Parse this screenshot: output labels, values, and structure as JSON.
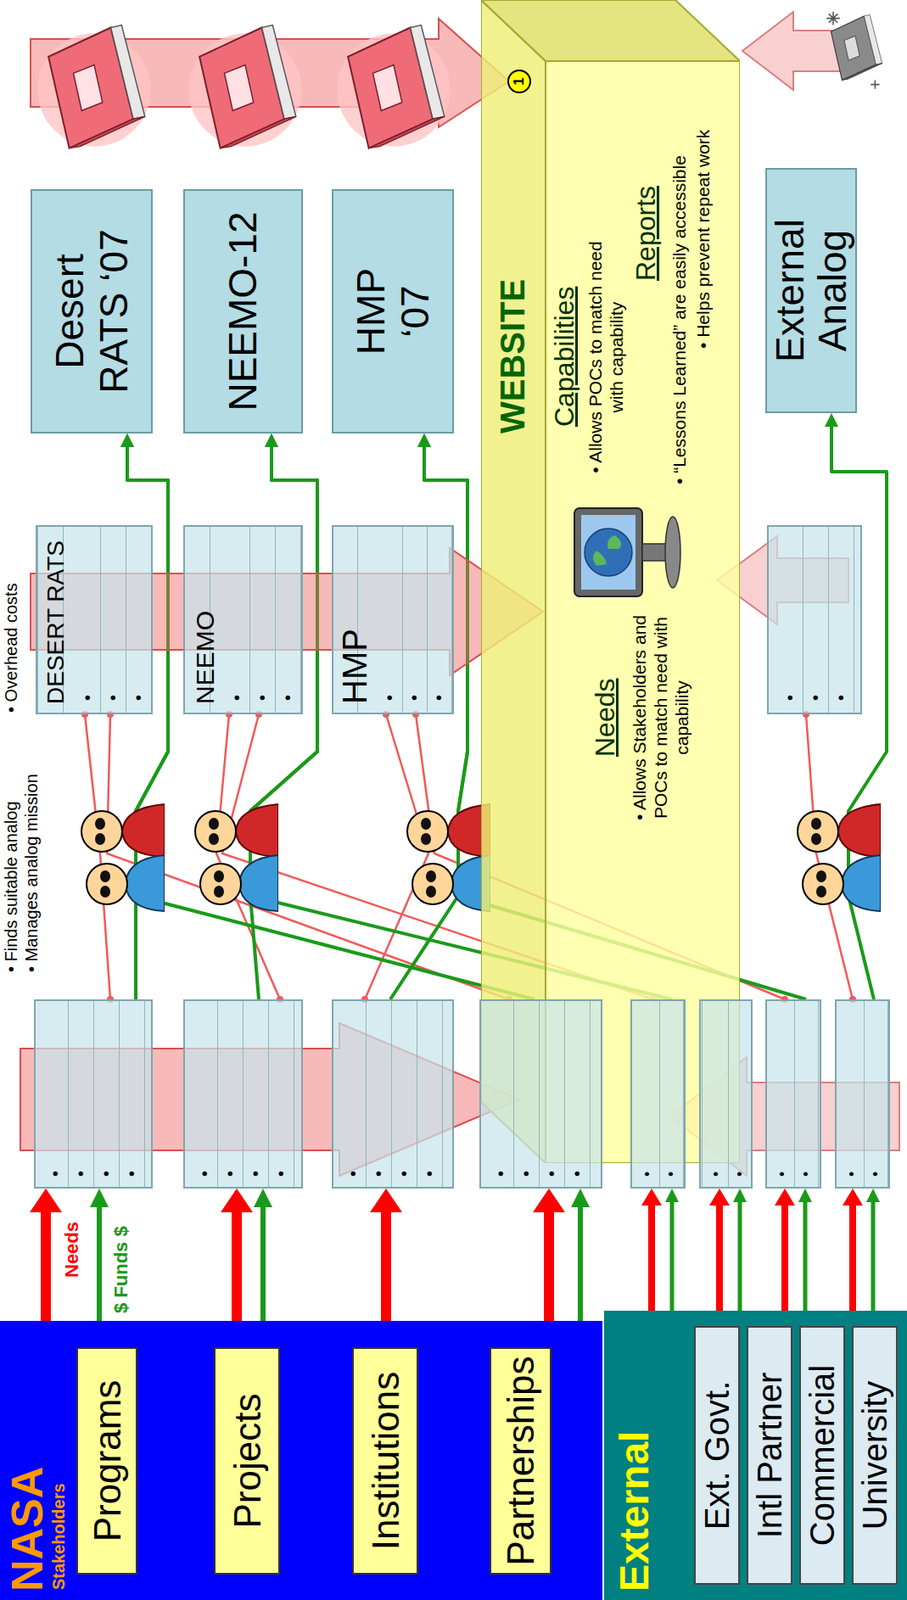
{
  "diagram": {
    "nodes": [
      {
        "text": [
          "NASA",
          "Stakeholders"
        ]
      },
      {
        "text": [
          "Programs"
        ],
        "in": 0
      },
      {
        "text": [
          "Projects"
        ],
        "in": 0
      },
      {
        "text": [
          "Institutions"
        ],
        "in": 0
      },
      {
        "text": [
          "Partnerships"
        ],
        "in": 0
      },
      {
        "text": [
          "External"
        ]
      },
      {
        "text": [
          "Ext. Govt."
        ],
        "in": 5
      },
      {
        "text": [
          "Intl Partner"
        ],
        "in": 5
      },
      {
        "text": [
          "Commercial"
        ],
        "in": 5
      },
      {
        "text": [
          "University"
        ],
        "in": 5
      },
      {
        "text": [
          "• • • •"
        ]
      },
      {
        "text": [
          "• • • •"
        ]
      },
      {
        "text": [
          "• • • •"
        ]
      },
      {
        "text": [
          "• • • •"
        ]
      },
      {
        "text": [
          "• •"
        ]
      },
      {
        "text": [
          "• •"
        ]
      },
      {
        "text": [
          "• •"
        ]
      },
      {
        "text": [
          "• •"
        ]
      },
      {
        "text": [
          "DESERT RATS",
          "• • •"
        ]
      },
      {
        "text": [
          "NEEMO",
          "• • •"
        ]
      },
      {
        "text": [
          "HMP",
          "• • •"
        ]
      },
      {
        "text": [
          "• • •"
        ]
      },
      {
        "text": [
          "Desert RATS ‘07"
        ]
      },
      {
        "text": [
          "NEEMO-12"
        ]
      },
      {
        "text": [
          "HMP ‘07"
        ]
      },
      {
        "text": [
          "External Analog"
        ]
      },
      {
        "text": [
          "WEBSITE",
          "Capabilities",
          "• Allows POCs to match need with capability",
          "Reports",
          "• “Lessons Learned” are easily accessible",
          "• Helps prevent repeat work",
          "Needs",
          "• Allows Stakeholders and POCs to match need with capability"
        ]
      }
    ],
    "edges": [
      {
        "from": 1,
        "to": 10,
        "arrow": "to",
        "label": "Needs"
      },
      {
        "from": 1,
        "to": 10,
        "arrow": "to",
        "label": "$ Funds $"
      },
      {
        "from": 2,
        "to": 11,
        "arrow": "to"
      },
      {
        "from": 2,
        "to": 11,
        "arrow": "to"
      },
      {
        "from": 3,
        "to": 12,
        "arrow": "to"
      },
      {
        "from": 4,
        "to": 13,
        "arrow": "to"
      },
      {
        "from": 4,
        "to": 13,
        "arrow": "to"
      },
      {
        "from": 6,
        "to": 14,
        "arrow": "to"
      },
      {
        "from": 6,
        "to": 14,
        "arrow": "to"
      },
      {
        "from": 7,
        "to": 15,
        "arrow": "to"
      },
      {
        "from": 7,
        "to": 15,
        "arrow": "to"
      },
      {
        "from": 8,
        "to": 16,
        "arrow": "to"
      },
      {
        "from": 8,
        "to": 16,
        "arrow": "to"
      },
      {
        "from": 9,
        "to": 17,
        "arrow": "to"
      },
      {
        "from": 9,
        "to": 17,
        "arrow": "to"
      },
      {
        "from": 10,
        "to": 18,
        "arrow": "none"
      },
      {
        "from": 13,
        "to": 18,
        "arrow": "none"
      },
      {
        "from": 11,
        "to": 19,
        "arrow": "none"
      },
      {
        "from": 14,
        "to": 19,
        "arrow": "none"
      },
      {
        "from": 12,
        "to": 20,
        "arrow": "none"
      },
      {
        "from": 16,
        "to": 20,
        "arrow": "none"
      },
      {
        "from": 17,
        "to": 21,
        "arrow": "none"
      },
      {
        "from": 10,
        "to": 22,
        "arrow": "to"
      },
      {
        "from": 13,
        "to": 22,
        "arrow": "to"
      },
      {
        "from": 11,
        "to": 23,
        "arrow": "to"
      },
      {
        "from": 14,
        "to": 23,
        "arrow": "to"
      },
      {
        "from": 12,
        "to": 24,
        "arrow": "to"
      },
      {
        "from": 16,
        "to": 24,
        "arrow": "to"
      },
      {
        "from": 17,
        "to": 25,
        "arrow": "to"
      }
    ],
    "labels": [
      "• Finds suitable analog",
      "• Manages analog mission",
      "• Overhead costs",
      "1"
    ]
  }
}
